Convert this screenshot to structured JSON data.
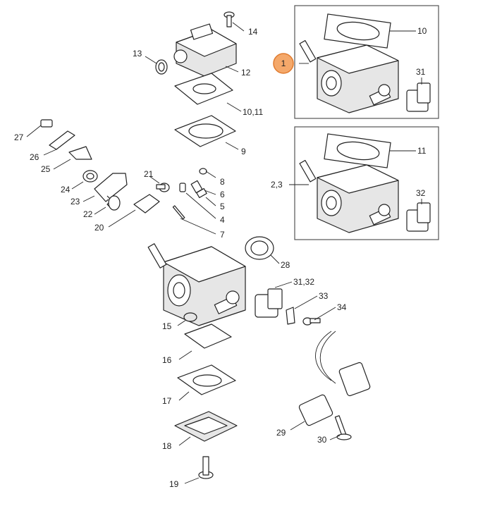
{
  "diagram": {
    "highlight_color": "#f4a86a",
    "highlight_stroke": "#e07b2f",
    "callouts": {
      "c1": "1",
      "c2_3": "2,3",
      "c4": "4",
      "c5": "5",
      "c6": "6",
      "c7": "7",
      "c8": "8",
      "c9": "9",
      "c10": "10",
      "c10_11": "10,11",
      "c11": "11",
      "c12": "12",
      "c13": "13",
      "c14": "14",
      "c15": "15",
      "c16": "16",
      "c17": "17",
      "c18": "18",
      "c19": "19",
      "c20": "20",
      "c21": "21",
      "c22": "22",
      "c23": "23",
      "c24": "24",
      "c25": "25",
      "c26": "26",
      "c27": "27",
      "c28": "28",
      "c29": "29",
      "c30": "30",
      "c31_box": "31",
      "c32_box": "32",
      "c31_32": "31,32",
      "c33": "33",
      "c34": "34"
    }
  }
}
